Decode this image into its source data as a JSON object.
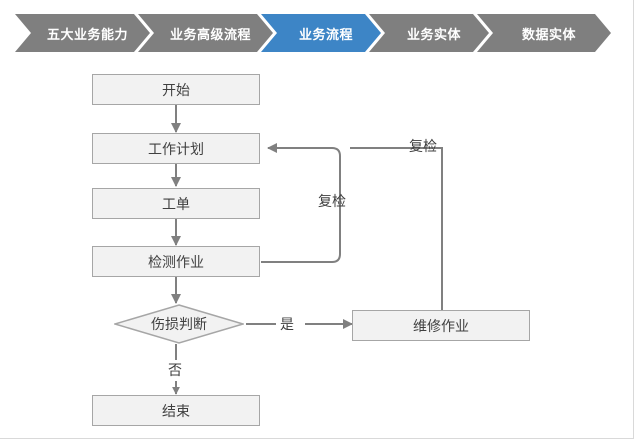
{
  "breadcrumb": {
    "items": [
      {
        "label": "五大业务能力",
        "state": "inactive"
      },
      {
        "label": "业务高级流程",
        "state": "inactive"
      },
      {
        "label": "业务流程",
        "state": "active"
      },
      {
        "label": "业务实体",
        "state": "inactive"
      },
      {
        "label": "数据实体",
        "state": "inactive"
      }
    ],
    "active_color": "#3d85c6",
    "inactive_color": "#7f7f7f",
    "text_color": "#ffffff"
  },
  "flowchart": {
    "node_fill": "#f2f2f2",
    "node_border": "#a6a6a6",
    "connector_color": "#808080",
    "text_color": "#404040",
    "nodes": [
      {
        "id": "start",
        "label": "开始",
        "shape": "box"
      },
      {
        "id": "work-plan",
        "label": "工作计划",
        "shape": "box"
      },
      {
        "id": "work-order",
        "label": "工单",
        "shape": "box"
      },
      {
        "id": "inspection",
        "label": "检测作业",
        "shape": "box"
      },
      {
        "id": "damage",
        "label": "伤损判断",
        "shape": "diamond"
      },
      {
        "id": "repair",
        "label": "维修作业",
        "shape": "box"
      },
      {
        "id": "end",
        "label": "结束",
        "shape": "box"
      }
    ],
    "edge_labels": [
      {
        "id": "recheck-outer",
        "label": "复检"
      },
      {
        "id": "recheck-inner",
        "label": "复检"
      },
      {
        "id": "yes",
        "label": "是"
      },
      {
        "id": "no",
        "label": "否"
      }
    ]
  }
}
